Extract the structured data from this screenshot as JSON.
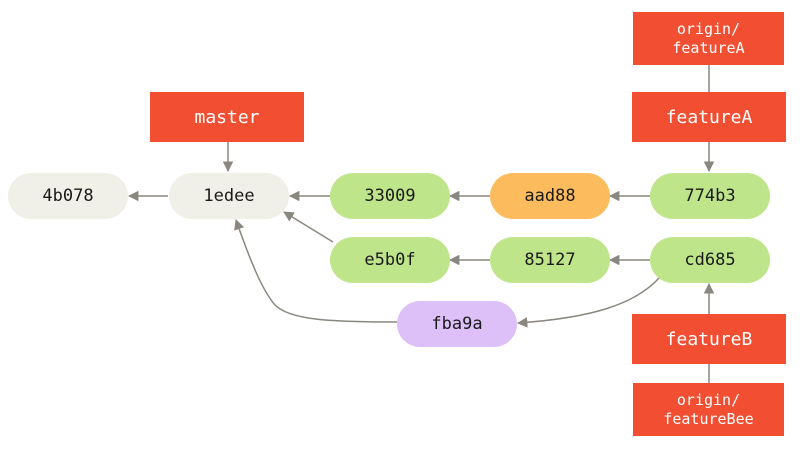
{
  "commits": {
    "c4b078": {
      "label": "4b078",
      "color": "#f0efe8"
    },
    "c1edee": {
      "label": "1edee",
      "color": "#f0efe8"
    },
    "c33009": {
      "label": "33009",
      "color": "#bfe58b"
    },
    "caad88": {
      "label": "aad88",
      "color": "#fcbc5e"
    },
    "c774b3": {
      "label": "774b3",
      "color": "#bfe58b"
    },
    "ce5b0f": {
      "label": "e5b0f",
      "color": "#bfe58b"
    },
    "c85127": {
      "label": "85127",
      "color": "#bfe58b"
    },
    "ccd685": {
      "label": "cd685",
      "color": "#bfe58b"
    },
    "cfba9a": {
      "label": "fba9a",
      "color": "#dec0f9"
    }
  },
  "refs": {
    "master": {
      "label": "master"
    },
    "featureA": {
      "label": "featureA"
    },
    "featureB": {
      "label": "featureB"
    },
    "origin_featureA": {
      "line1": "origin/",
      "line2": "featureA"
    },
    "origin_featureBee": {
      "line1": "origin/",
      "line2": "featureBee"
    }
  },
  "colors": {
    "ref_background": "#f14e32",
    "arrow": "#8a877f"
  }
}
